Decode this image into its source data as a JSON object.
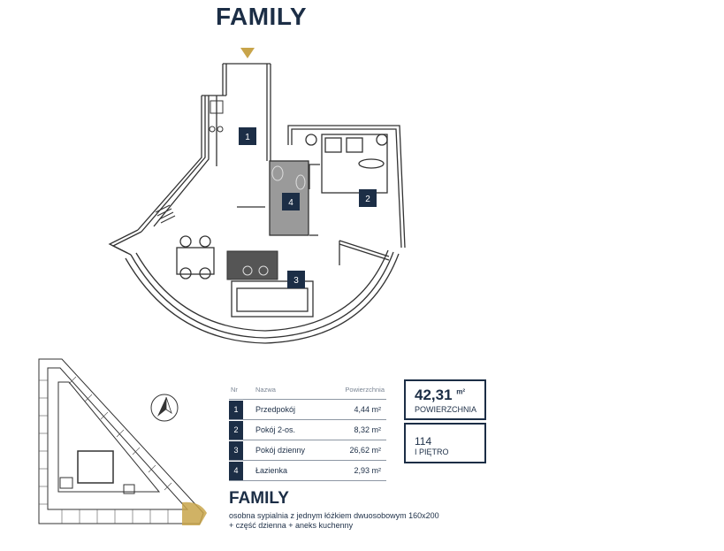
{
  "title": "FAMILY",
  "plan": {
    "room_markers": [
      "1",
      "2",
      "3",
      "4"
    ]
  },
  "table": {
    "headers": {
      "nr": "Nr",
      "name": "Nazwa",
      "area": "Powierzchnia"
    },
    "rows": [
      {
        "nr": "1",
        "name": "Przedpokój",
        "area": "4,44 m²"
      },
      {
        "nr": "2",
        "name": "Pokój 2-os.",
        "area": "8,32 m²"
      },
      {
        "nr": "3",
        "name": "Pokój dzienny",
        "area": "26,62 m²"
      },
      {
        "nr": "4",
        "name": "Łazienka",
        "area": "2,93 m²"
      }
    ]
  },
  "summary": {
    "area_value": "42,31",
    "area_unit": "m²",
    "area_label": "POWIERZCHNIA",
    "unit_number": "114",
    "floor": "I PIĘTRO"
  },
  "subtitle": "FAMILY",
  "description": {
    "line1": "osobna sypialnia z jednym łóżkiem dwuosobowym 160x200",
    "line2": "+ część dzienna + aneks kuchenny"
  },
  "colors": {
    "navy": "#1c2e46",
    "gold": "#c8a44a",
    "wall": "#333333",
    "bathroom": "#9a9a9a",
    "counter": "#555555"
  },
  "icons": {
    "entrance": "entrance-arrow-icon",
    "compass": "north-compass-icon"
  }
}
